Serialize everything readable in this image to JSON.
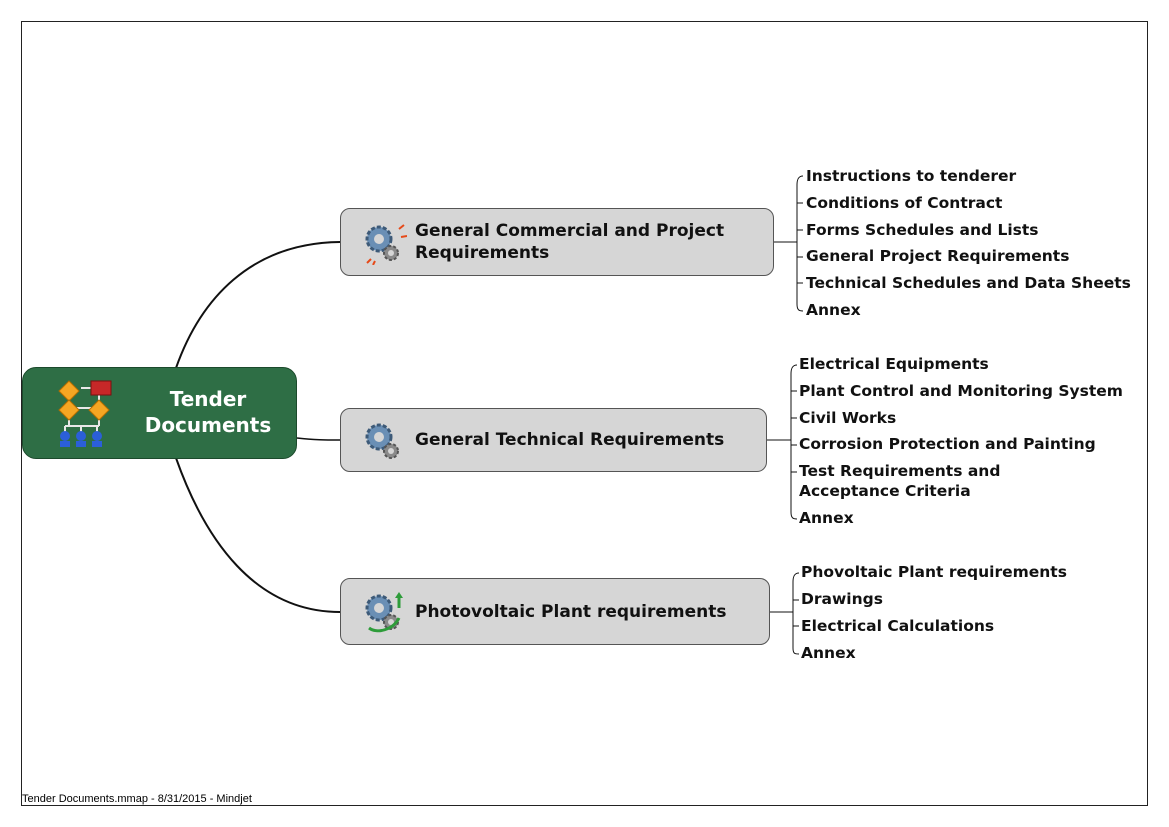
{
  "root": {
    "title": "Tender\nDocuments",
    "color": "#2e6e45",
    "icon": "org-chart-icon"
  },
  "branches": [
    {
      "title": "General Commercial and Project\nRequirements",
      "icon": "gears-sparks-icon",
      "children": [
        "Instructions to tenderer",
        "Conditions of Contract",
        "Forms Schedules and Lists",
        "General Project Requirements",
        "Technical Schedules and Data Sheets",
        "Annex"
      ]
    },
    {
      "title": "General Technical Requirements",
      "icon": "gears-icon",
      "children": [
        "Electrical Equipments",
        "Plant Control and Monitoring System",
        "Civil Works",
        "Corrosion Protection and Painting",
        "Test Requirements and\nAcceptance Criteria",
        "Annex"
      ]
    },
    {
      "title": "Photovoltaic Plant requirements",
      "icon": "gears-arrow-icon",
      "children": [
        "Phovoltaic Plant requirements",
        "Drawings",
        "Electrical Calculations",
        "Annex"
      ]
    }
  ],
  "footer": "Tender Documents.mmap - 8/31/2015 - Mindjet"
}
